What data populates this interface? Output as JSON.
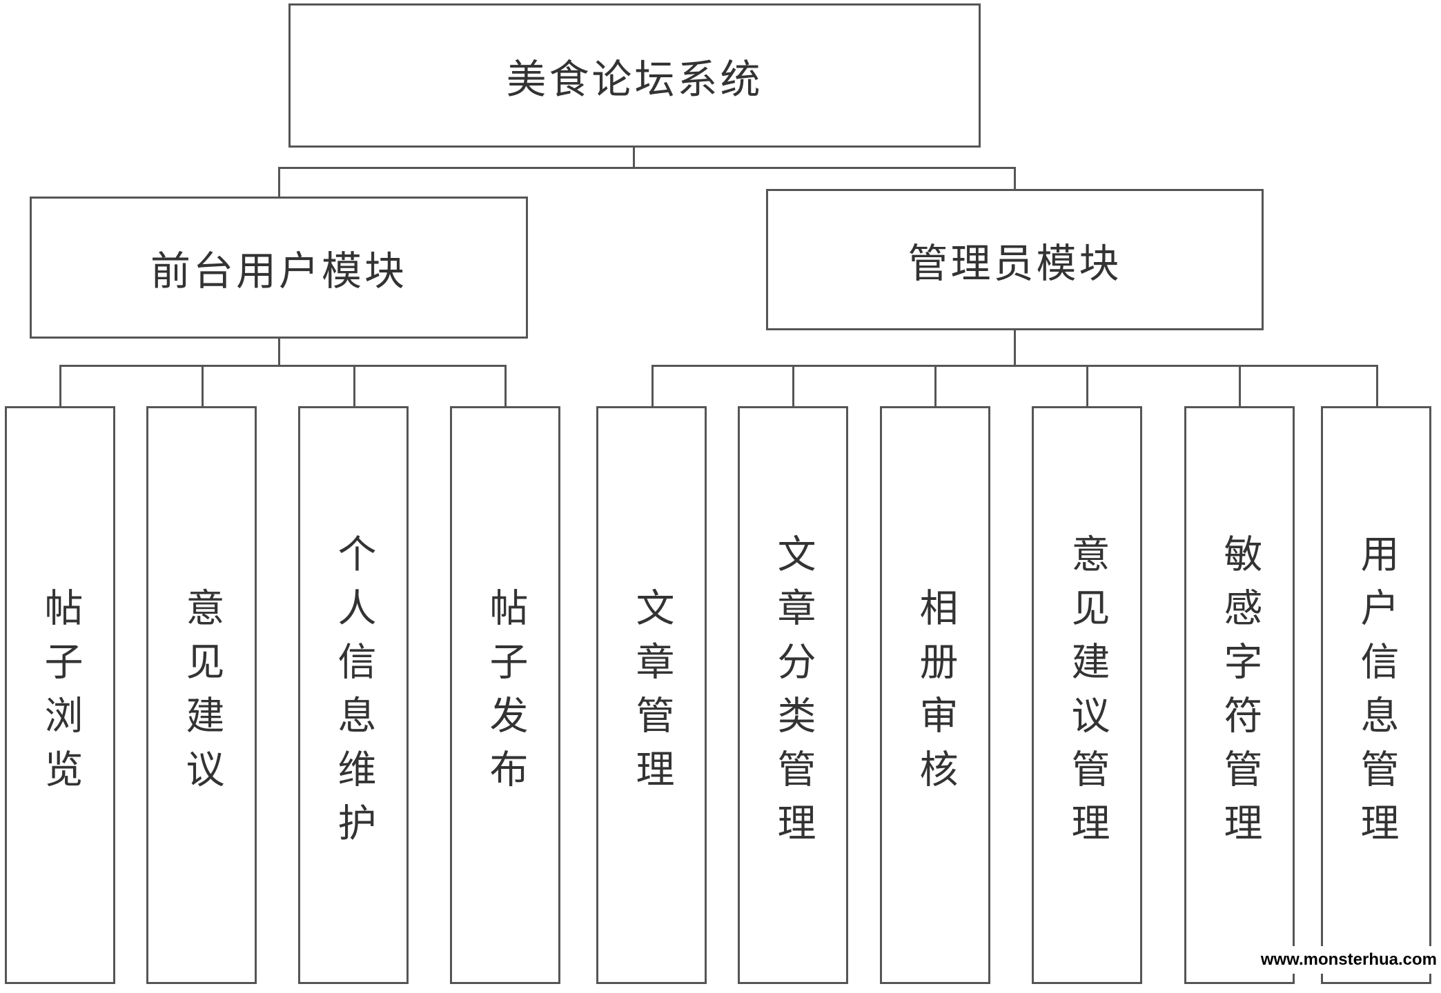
{
  "root": {
    "label": "美食论坛系统"
  },
  "modules": {
    "frontend": {
      "label": "前台用户模块",
      "items": [
        "帖子浏览",
        "意见建议",
        "个人信息维护",
        "帖子发布"
      ]
    },
    "admin": {
      "label": "管理员模块",
      "items": [
        "文章管理",
        "文章分类管理",
        "相册审核",
        "意见建议管理",
        "敏感字符管理",
        "用户信息管理"
      ]
    }
  },
  "watermark": "www.monsterhua.com"
}
